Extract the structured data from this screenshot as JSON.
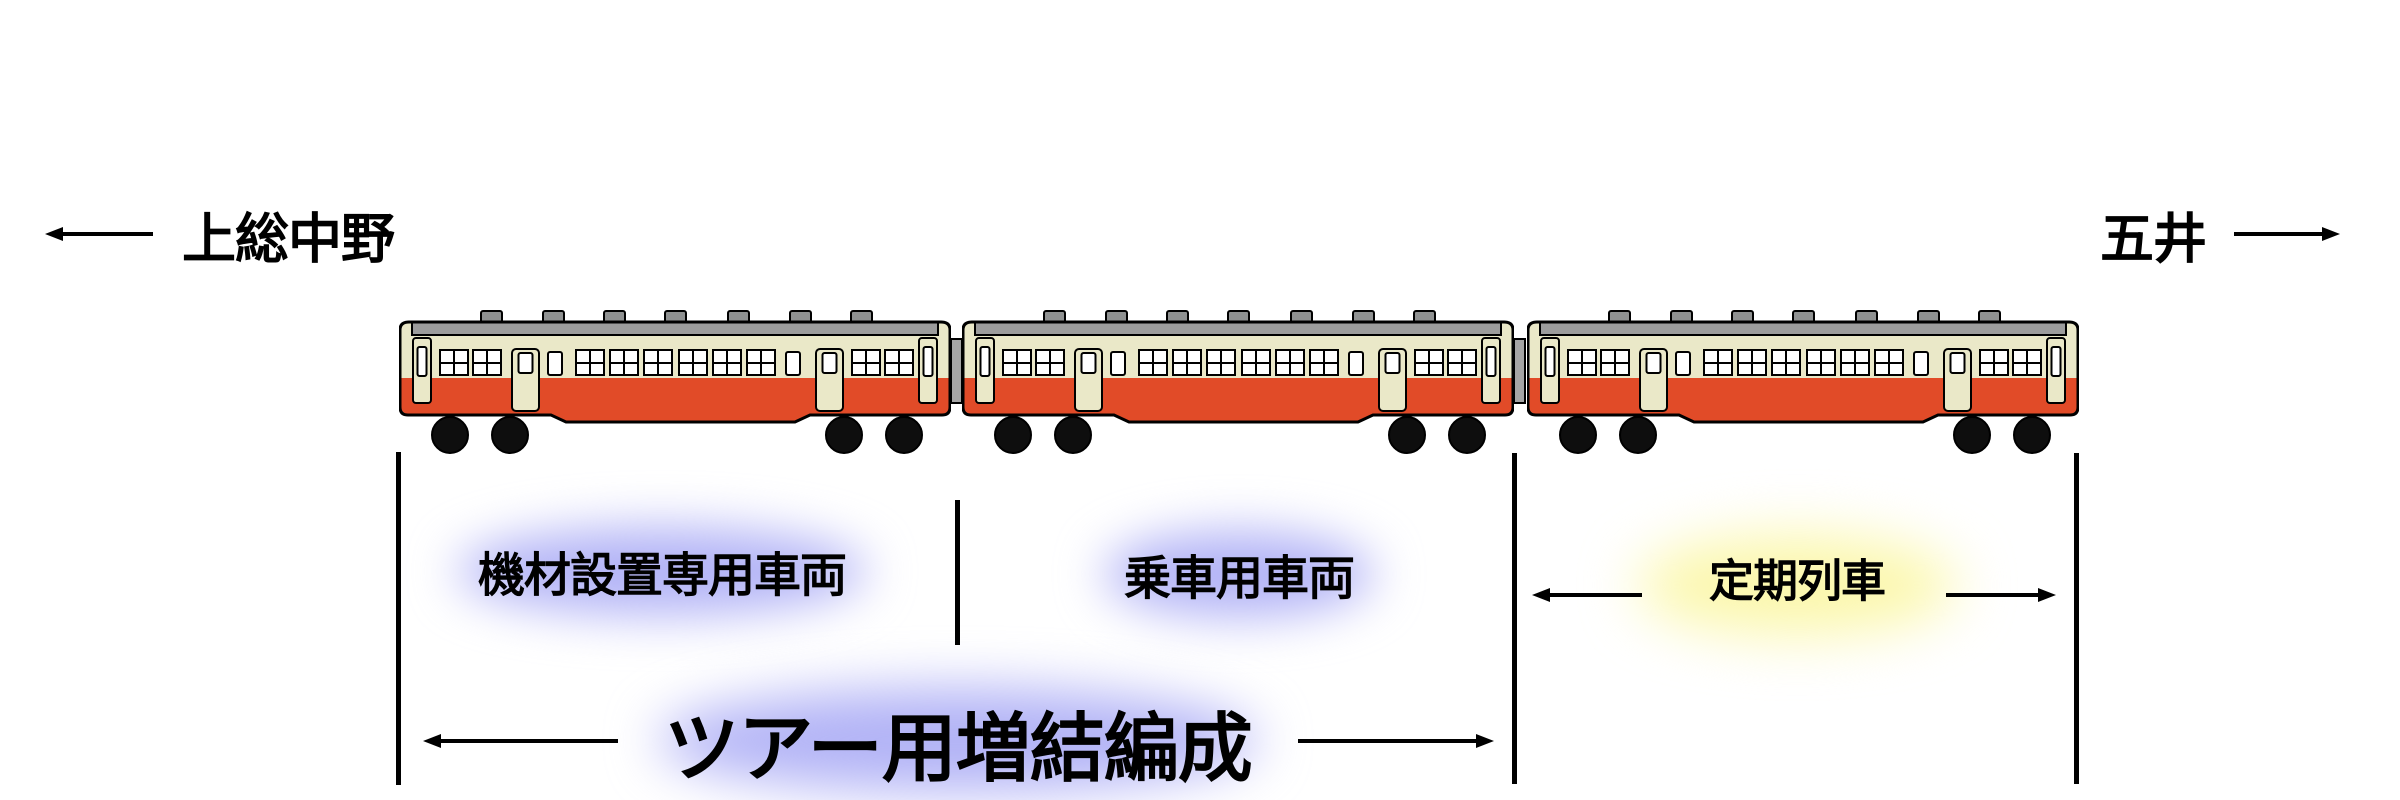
{
  "diagram": {
    "directions": {
      "left_station": "上総中野",
      "right_station": "五井"
    },
    "train": {
      "cars": [
        "car-1",
        "car-2",
        "car-3"
      ]
    },
    "labels": {
      "equipment_car": "機材設置専用車両",
      "passenger_car": "乗車用車両",
      "regular_train": "定期列車",
      "tour_formation": "ツアー用増結編成"
    },
    "colors": {
      "background": "#ffffff",
      "cream": "#eae8c8",
      "red": "#e14b28",
      "roof": "#9c9c9c",
      "vent": "#8f9191",
      "coupler": "#a5a5a5",
      "windowfill": "#ffffff",
      "wheel": "#0e0e0e",
      "text": "#000000",
      "glow_blue": "#b2b3f6",
      "glow_yellow": "#fbf7ab"
    }
  }
}
